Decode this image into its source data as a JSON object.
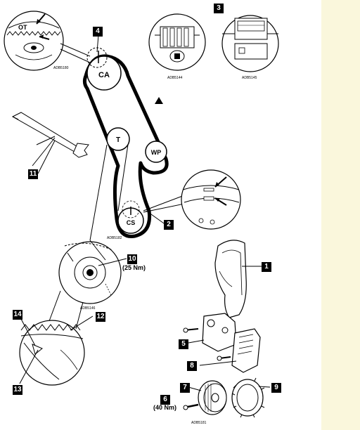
{
  "callouts": [
    "1",
    "2",
    "3",
    "4",
    "5",
    "6",
    "7",
    "8",
    "9",
    "10",
    "11",
    "12",
    "13",
    "14"
  ],
  "pulleys": {
    "camshaft": "CA",
    "tensioner": "T",
    "water_pump": "WP",
    "crankshaft": "CS"
  },
  "marks": {
    "ot": "OT"
  },
  "torques": {
    "tensioner": "(25 Nm)",
    "damper_bolt": "(40 Nm)"
  },
  "figure_codes": {
    "cam_detail": "ADB5180",
    "cam_lock_detail": "ADB5144",
    "cam_lock_detail_2": "ADB5145",
    "crank_detail": "ADB5182",
    "tensioner_detail": "ADB5146",
    "damper_detail": "ADB5181"
  },
  "colors": {
    "ink": "#000000",
    "background": "#ffffff",
    "margin": "#faf7dc",
    "callout_box": "#000000",
    "callout_text": "#ffffff"
  }
}
